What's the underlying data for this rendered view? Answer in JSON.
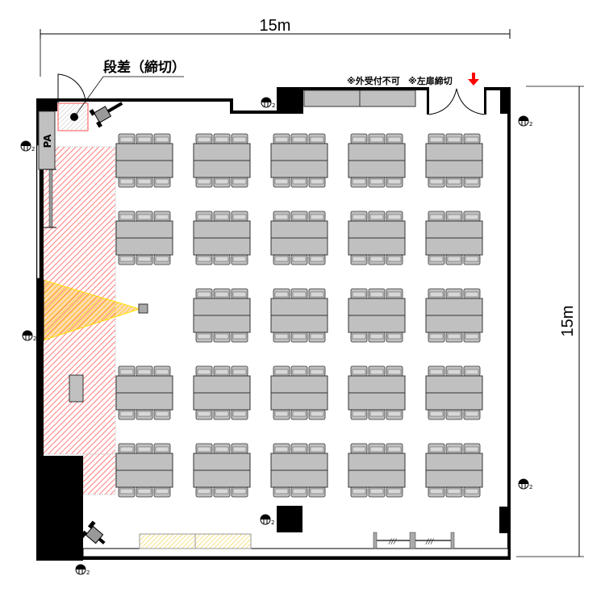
{
  "dimensions": {
    "width_label": "15m",
    "height_label": "15m"
  },
  "labels": {
    "step": "段差（締切）",
    "no_reception": "※外受付不可",
    "left_door_closed": "※左扉締切",
    "pa": "PA",
    "outlet_subscript": "2"
  },
  "colors": {
    "wall": "#000000",
    "table": "#c0c0c0",
    "restricted_hatch": "#ff4040",
    "screen_hatch": "#ffd000",
    "entrance_arrow": "#ff0000"
  },
  "seating": {
    "chairs_per_side": 3,
    "grid": [
      [
        1,
        1,
        1,
        1,
        1
      ],
      [
        1,
        1,
        1,
        1,
        1
      ],
      [
        0,
        1,
        1,
        1,
        1
      ],
      [
        1,
        1,
        1,
        1,
        1
      ],
      [
        1,
        1,
        1,
        1,
        1
      ]
    ]
  }
}
